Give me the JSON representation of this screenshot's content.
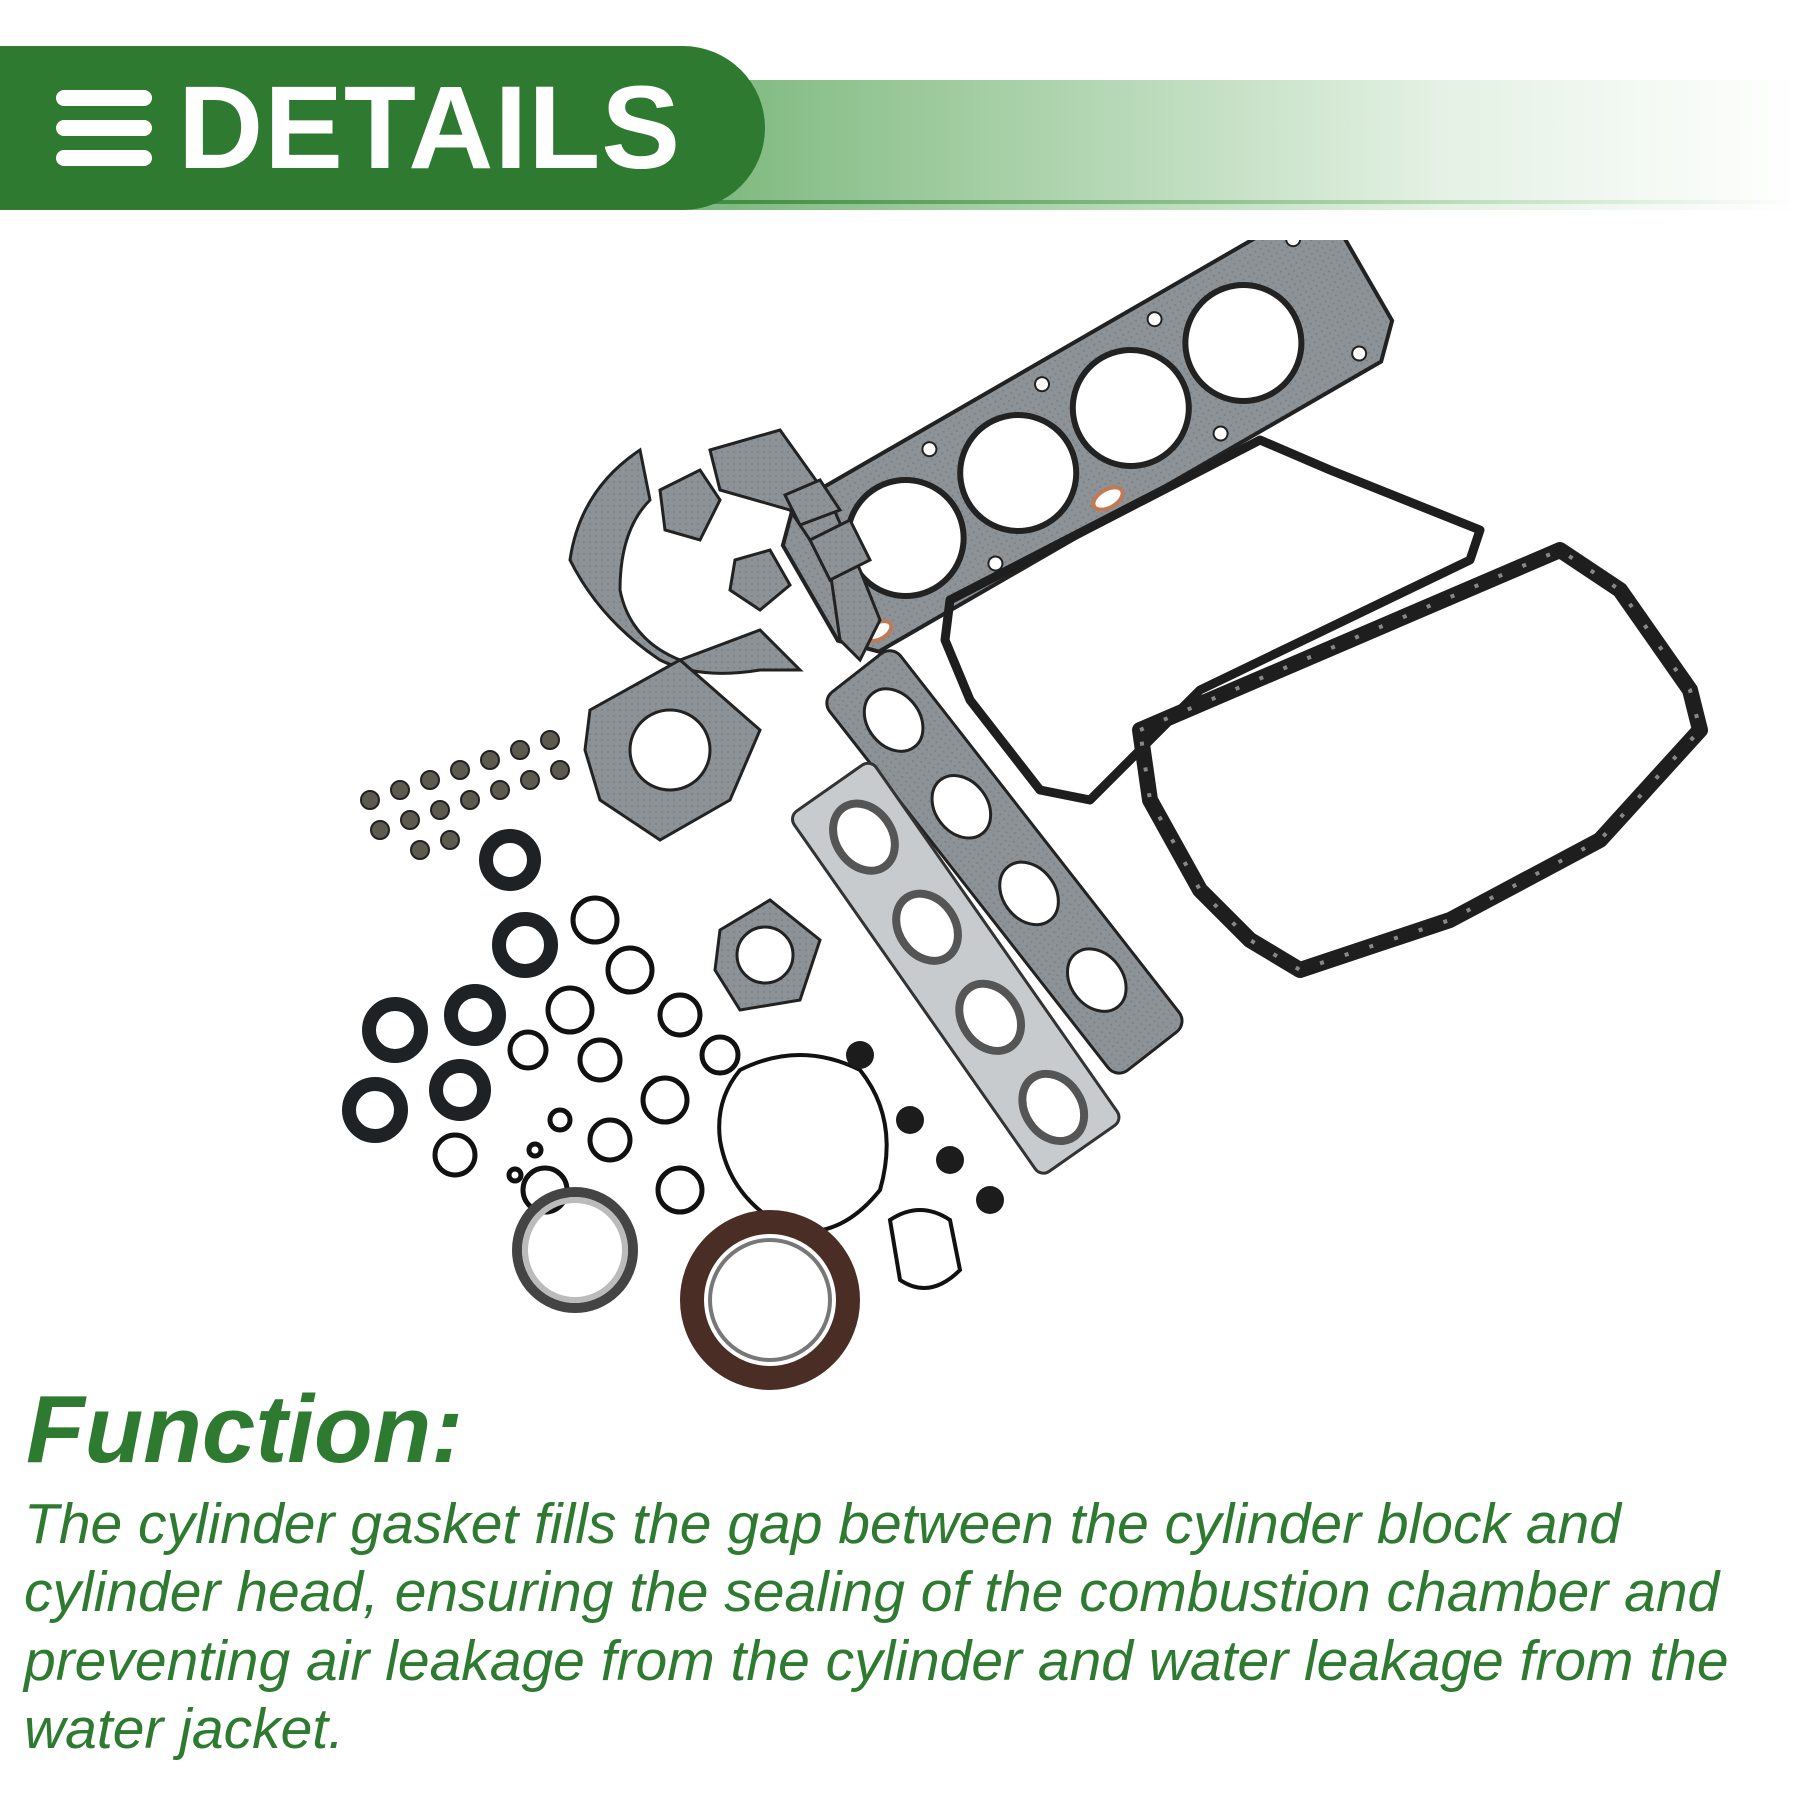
{
  "banner": {
    "title": "DETAILS",
    "icon": "menu-icon",
    "color": "#2e7a30"
  },
  "illustration": {
    "icon": "engine-gasket-kit-illustration"
  },
  "content": {
    "heading": "Function:",
    "body": "The cylinder gasket fills the gap between the cylinder block and cylinder head, ensuring the sealing of the combustion chamber and preventing air leakage from the cylinder and water leakage from the water jacket."
  },
  "colors": {
    "brand_green": "#2e7a30",
    "gasket_gray": "#8a8f94",
    "gasket_dark": "#1e1e1e",
    "copper": "#c07a55",
    "seal_brown": "#4a2e26"
  }
}
